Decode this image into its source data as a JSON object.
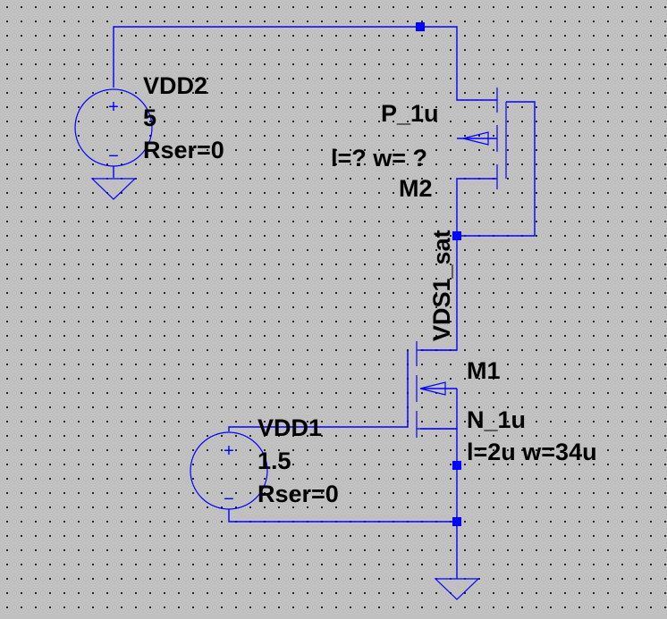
{
  "colors": {
    "background": "#c0c0c0",
    "wire": "#0000ff",
    "text": "#000000"
  },
  "sources": {
    "vdd2": {
      "name": "VDD2",
      "value": "5",
      "rser": "Rser=0"
    },
    "vdd1": {
      "name": "VDD1",
      "value": "1.5",
      "rser": "Rser=0"
    }
  },
  "transistors": {
    "m2": {
      "name": "M2",
      "model": "P_1u",
      "params": "l=? w= ?"
    },
    "m1": {
      "name": "M1",
      "model": "N_1u",
      "params": "l=2u w=34u"
    }
  },
  "net_label": "VDS1_sat",
  "symbols": {
    "plus": "+",
    "minus": "−"
  }
}
